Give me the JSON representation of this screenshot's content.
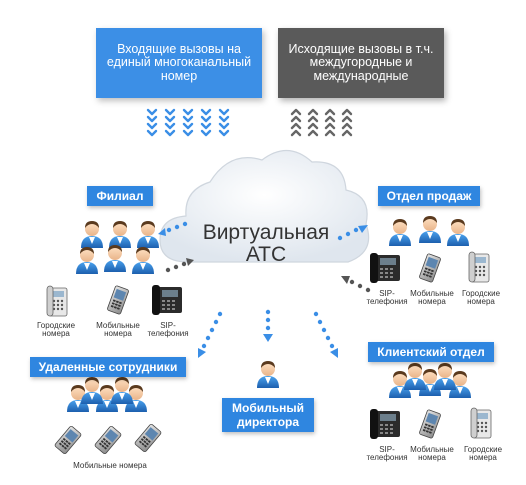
{
  "boxes": {
    "incoming": "Входящие вызовы на единый многоканальный номер",
    "outgoing": "Исходящие вызовы в т.ч. междугородные и международные"
  },
  "cloud": {
    "line1": "Виртуальная",
    "line2": "АТС"
  },
  "groups": {
    "branch": "Филиал",
    "sales": "Отдел продаж",
    "remote": "Удаленные сотрудники",
    "clients": "Клиентский отдел",
    "director": "Мобильный директора"
  },
  "labels": {
    "branch_city": "Городские номера",
    "branch_mobile": "Мобильные номера",
    "branch_sip": "SIP-телефония",
    "sales_sip": "SIP-телефония",
    "sales_mobile": "Мобильные номера",
    "sales_city": "Городские номера",
    "remote_mobile": "Мобильные номера",
    "clients_sip": "SIP-телефония",
    "clients_mobile": "Мобильные номера",
    "clients_city": "Городские номера"
  },
  "colors": {
    "accent": "#2f86e0",
    "dark": "#5a5a5a",
    "arrow_blue": "#3a8ee6",
    "arrow_gray": "#666666"
  }
}
